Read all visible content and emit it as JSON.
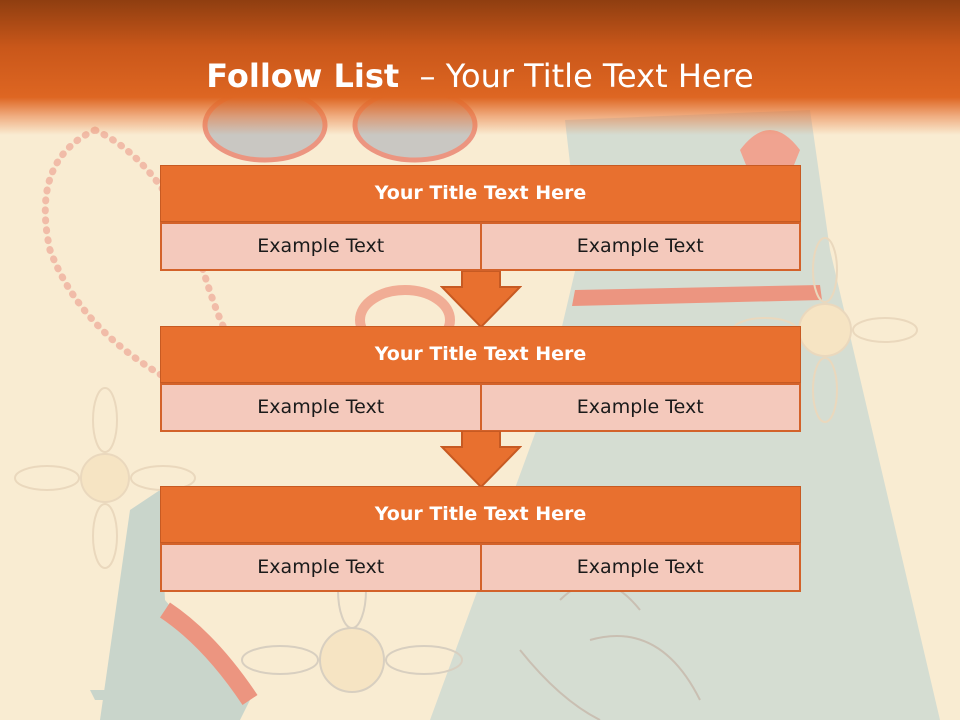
{
  "slide": {
    "title_bold": "Follow List",
    "title_rest": "  – Your Title Text Here"
  },
  "blocks": [
    {
      "title": "Your Title Text Here",
      "cells": [
        "Example Text",
        "Example Text"
      ]
    },
    {
      "title": "Your Title Text Here",
      "cells": [
        "Example Text",
        "Example Text"
      ]
    },
    {
      "title": "Your Title Text Here",
      "cells": [
        "Example Text",
        "Example Text"
      ]
    }
  ],
  "colors": {
    "header_orange": "#e8702f",
    "cell_pink": "#f4c9bc",
    "background_cream": "#f9ecd2",
    "border_orange": "#d3622a"
  }
}
